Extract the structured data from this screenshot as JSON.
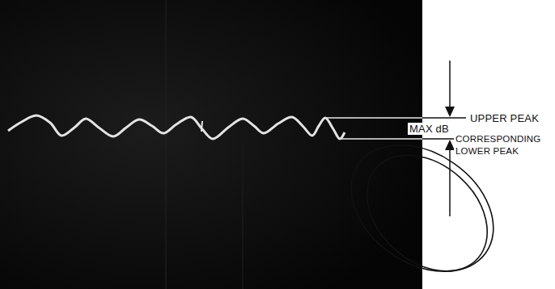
{
  "diagram": {
    "labels": [
      "UPPER PEAK",
      "MAX dB",
      "CORRESPONDING LOWER PEAK"
    ]
  }
}
